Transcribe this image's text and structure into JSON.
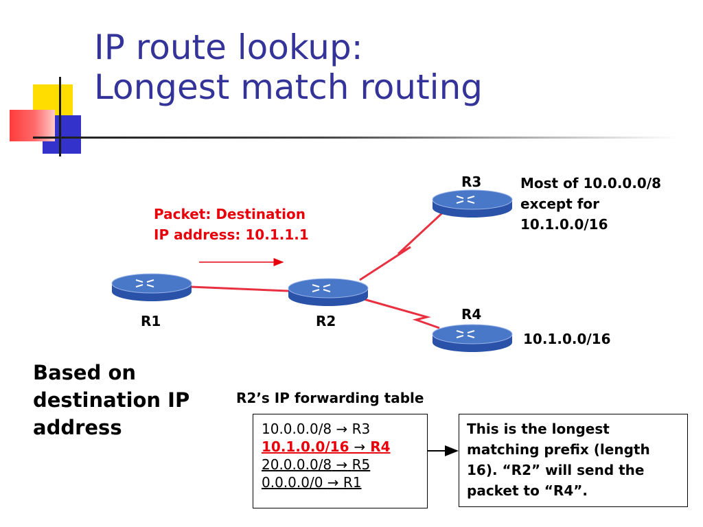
{
  "title": {
    "line1": "IP route lookup:",
    "line2": "Longest match routing"
  },
  "routers": [
    {
      "name": "R1"
    },
    {
      "name": "R2"
    },
    {
      "name": "R3"
    },
    {
      "name": "R4"
    }
  ],
  "packet_label": {
    "line1": "Packet: Destination",
    "line2": "IP address: 10.1.1.1"
  },
  "r3_note": {
    "line1": "Most of 10.0.0.0/8",
    "line2": "except for",
    "line3": "10.1.0.0/16"
  },
  "r4_note": "10.1.0.0/16",
  "left_text": {
    "line1": "Based on",
    "line2": "destination IP",
    "line3": "address"
  },
  "table_caption": "R2’s IP forwarding table",
  "forwarding_table": [
    {
      "prefix": "10.0.0.0/8",
      "arrow": "→",
      "next_hop": "R3"
    },
    {
      "prefix": "10.1.0.0/16",
      "arrow": "→",
      "next_hop": "R4"
    },
    {
      "prefix": "20.0.0.0/8",
      "arrow": "→",
      "next_hop": "R5"
    },
    {
      "prefix": "0.0.0.0/0",
      "arrow": "→",
      "next_hop": "R1"
    }
  ],
  "explanation": {
    "line1": "This is the longest",
    "line2": "matching prefix (length",
    "line3": "16).  “R2” will send the",
    "line4": "packet to “R4”."
  },
  "colors": {
    "title": "#333399",
    "highlight": "#e8000b",
    "link": "#e83040",
    "router_top": "#4a78c8",
    "router_side": "#2a52a8"
  }
}
